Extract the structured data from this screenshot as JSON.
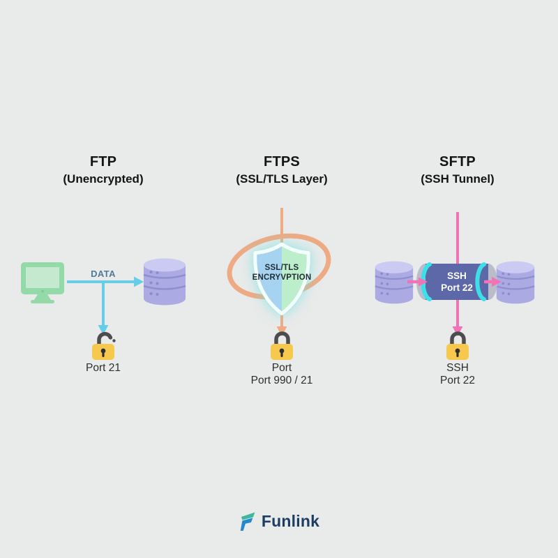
{
  "columns": {
    "ftp": {
      "title": "FTP",
      "subtitle": "(Unencrypted)",
      "data_label": "DATA",
      "port_label": "Port 21",
      "lock_state": "open"
    },
    "ftps": {
      "title": "FTPS",
      "subtitle": "(SSL/TLS Layer)",
      "shield_line1": "SSL/TLS",
      "shield_line2": "ENCRYVPTION",
      "port_line1": "Port",
      "port_line2": "Port 990 / 21",
      "lock_state": "closed"
    },
    "sftp": {
      "title": "SFTP",
      "subtitle": "(SSH Tunnel)",
      "tunnel_line1": "SSH",
      "tunnel_line2": "Port 22",
      "port_line1": "SSH",
      "port_line2": "Port 22",
      "lock_state": "closed"
    }
  },
  "footer": {
    "brand": "Funlink"
  },
  "icons": {
    "computer-icon": "green desktop monitor",
    "database-icon": "purple 3-tier cylinder stack",
    "padlock-open-icon": "yellow padlock, shackle open",
    "padlock-closed-icon": "yellow padlock, shackle closed",
    "shield-icon": "blue/green split shield with glow",
    "orbit-ring-icon": "orange tilted ellipse ring",
    "ssh-tunnel-icon": "indigo cylinder tunnel with cyan rims",
    "funlink-logo-icon": "teal and blue stylized F"
  },
  "colors": {
    "background": "#e9eaea",
    "heading_text": "#141414",
    "ftp_arrow": "#66cde9",
    "data_label": "#4e7b9a",
    "ftps_ring": "#eeaa83",
    "shield_left": "#a6d4f0",
    "shield_right": "#bdeecb",
    "shield_border": "#f2fffd",
    "sftp_flow": "#f173b5",
    "tunnel_body": "#5d68a8",
    "tunnel_rim": "#3ddfe9",
    "tunnel_cap": "#b9bdca",
    "lock_body": "#f6c94e",
    "lock_shackle": "#4d4d4d",
    "database_body": "#abaae3",
    "database_top": "#cacaf2",
    "computer_green": "#94d9a8",
    "port_text": "#2e2e2e",
    "brand_navy": "#1d3e63",
    "brand_teal": "#3db89e",
    "brand_blue": "#2488cc"
  }
}
